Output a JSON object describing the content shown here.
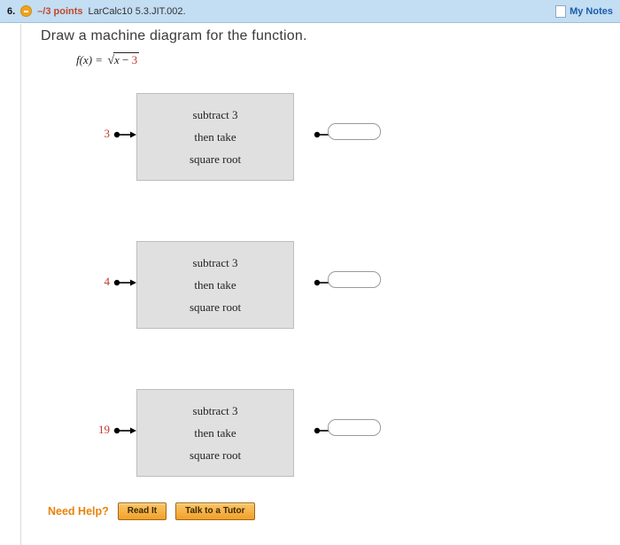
{
  "topbar": {
    "question_number": "6.",
    "status_icon": "minus-circle-icon",
    "points": "–/3 points",
    "question_code": "LarCalc10 5.3.JIT.002.",
    "notes_icon": "note-icon",
    "notes_label": "My Notes"
  },
  "main": {
    "prompt": "Draw a machine diagram for the function.",
    "formula": {
      "lhs": "f(x) = ",
      "radical_sign": "√",
      "radicand_var": "x",
      "radicand_op": " − ",
      "radicand_num": "3"
    },
    "machines": [
      {
        "input": "3",
        "lines": [
          "subtract 3",
          "then take",
          "square root"
        ],
        "answer_value": "",
        "answer_placeholder": ""
      },
      {
        "input": "4",
        "lines": [
          "subtract 3",
          "then take",
          "square root"
        ],
        "answer_value": "",
        "answer_placeholder": ""
      },
      {
        "input": "19",
        "lines": [
          "subtract 3",
          "then take",
          "square root"
        ],
        "answer_value": "",
        "answer_placeholder": ""
      }
    ]
  },
  "footer": {
    "need_help_label": "Need Help?",
    "read_it_label": "Read It",
    "talk_to_tutor_label": "Talk to a Tutor"
  },
  "colors": {
    "topbar_bg": "#c3ddf3",
    "accent_red": "#c0392b",
    "link_blue": "#1b5fa8",
    "help_orange": "#e8820c",
    "box_gray": "#e0e0e0"
  }
}
